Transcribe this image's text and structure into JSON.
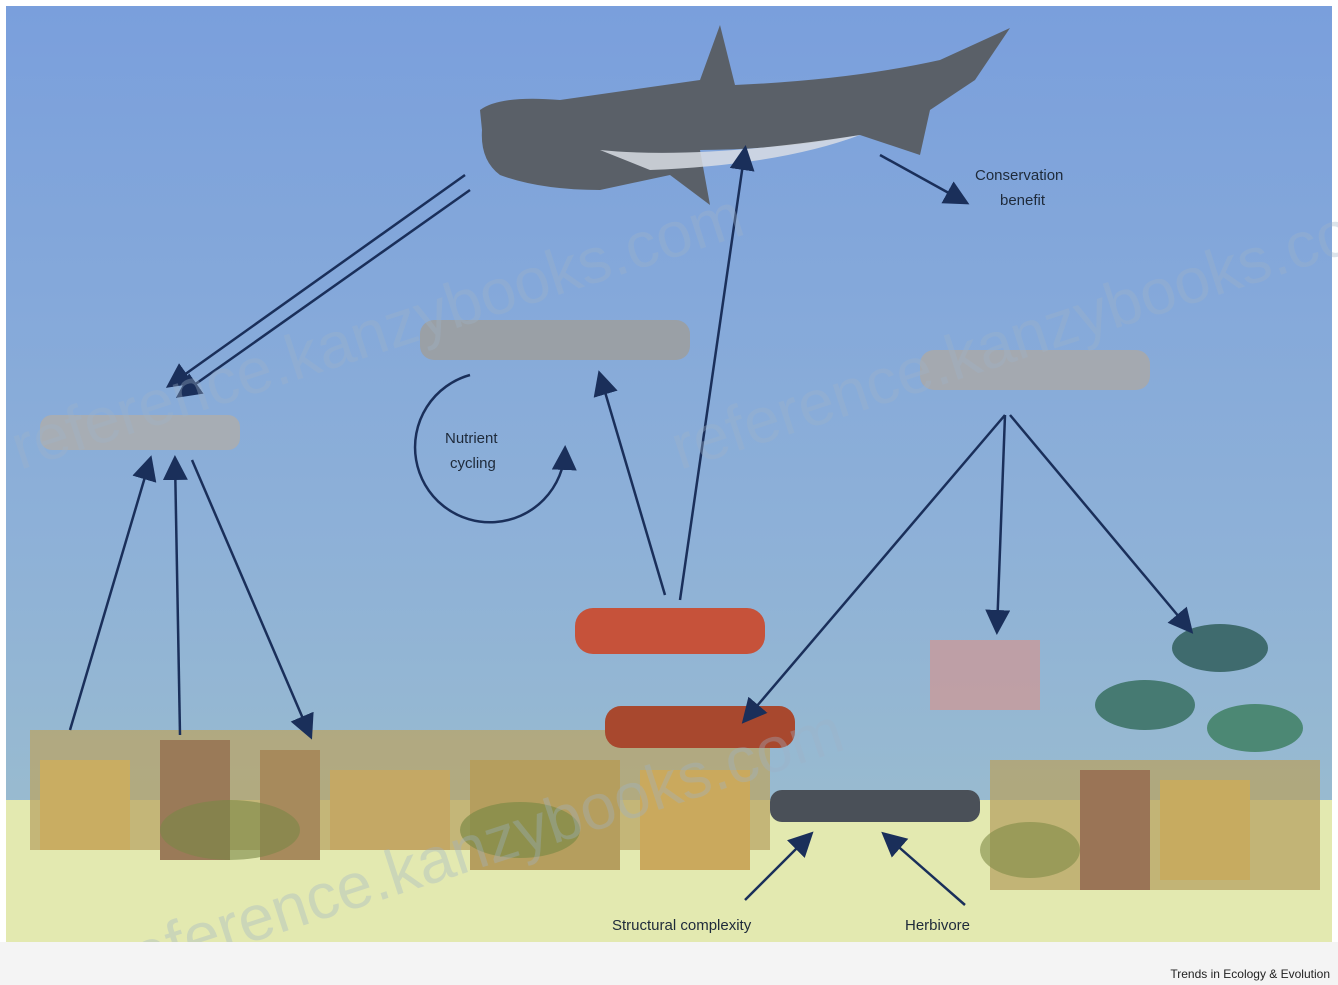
{
  "diagram": {
    "labels": {
      "nutrient_cycling_line1": "Nutrient",
      "nutrient_cycling_line2": "cycling",
      "structural_complexity": "Structural complexity",
      "herbivore_label": "Herbivore",
      "conservation_benefit_line1": "Conservation",
      "conservation_benefit_line2": "benefit"
    },
    "watermarks": [
      "reference.kanzybooks.com",
      "reference.kanzybooks.com",
      "reference.kanzybooks.com"
    ]
  },
  "footer": {
    "credit": "Trends in Ecology & Evolution"
  },
  "colors": {
    "water_top": "#7fa3db",
    "water_bottom": "#8fb3d0",
    "sand": "#e6ebb4",
    "kelp": "#b8a060",
    "arrow": "#1a2f5a"
  }
}
